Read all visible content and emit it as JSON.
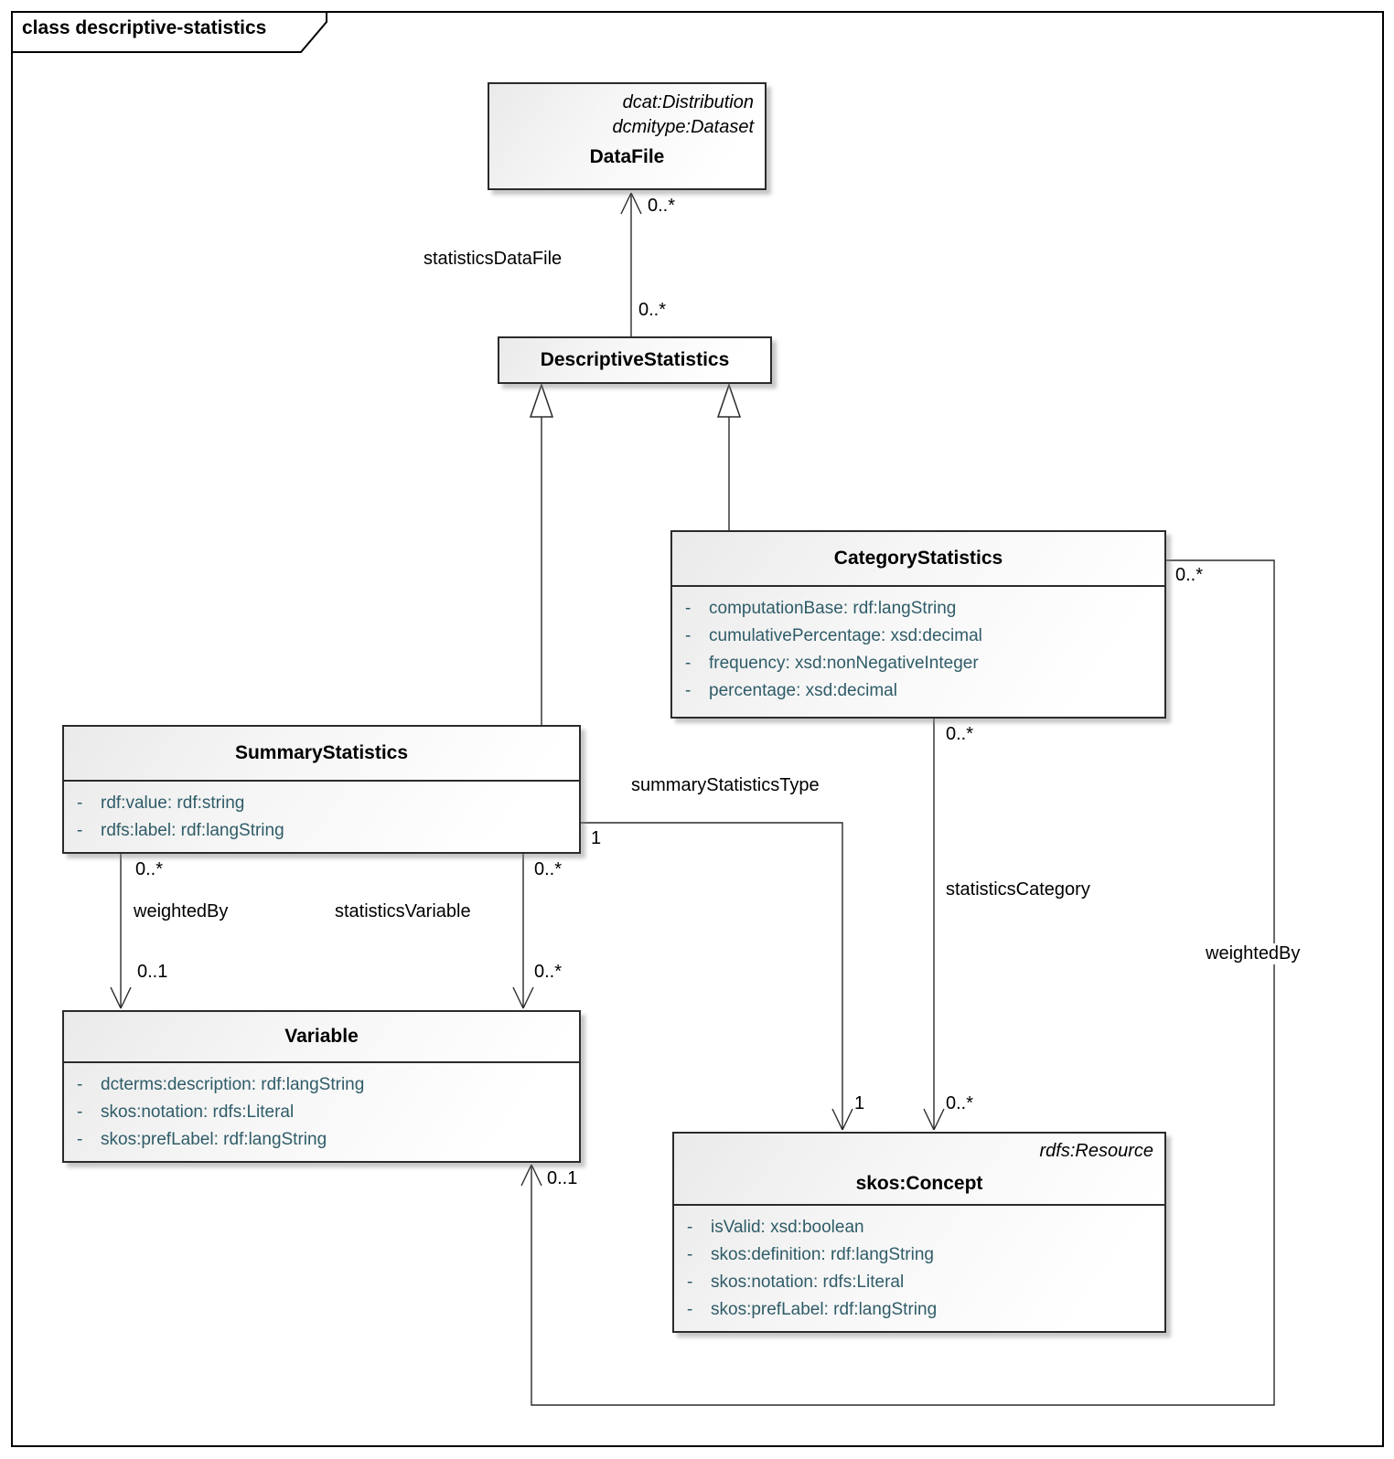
{
  "frame": {
    "title": "class descriptive-statistics"
  },
  "ui": {
    "attr_bullet": "-"
  },
  "colors": {
    "attribute_text": "#2f5c68",
    "box_border": "#2b2b2b",
    "line": "#2b2b2b",
    "background": "#ffffff"
  },
  "classes": {
    "data_file": {
      "stereotypes": [
        "dcat:Distribution",
        "dcmitype:Dataset"
      ],
      "name": "DataFile"
    },
    "descriptive_statistics": {
      "name": "DescriptiveStatistics"
    },
    "category_statistics": {
      "name": "CategoryStatistics",
      "attributes": [
        "computationBase: rdf:langString",
        "cumulativePercentage: xsd:decimal",
        "frequency: xsd:nonNegativeInteger",
        "percentage: xsd:decimal"
      ]
    },
    "summary_statistics": {
      "name": "SummaryStatistics",
      "attributes": [
        "rdf:value: rdf:string",
        "rdfs:label: rdf:langString"
      ]
    },
    "variable": {
      "name": "Variable",
      "attributes": [
        "dcterms:description: rdf:langString",
        "skos:notation: rdfs:Literal",
        "skos:prefLabel: rdf:langString"
      ]
    },
    "skos_concept": {
      "stereotypes": [
        "rdfs:Resource"
      ],
      "name": "skos:Concept",
      "attributes": [
        "isValid: xsd:boolean",
        "skos:definition: rdf:langString",
        "skos:notation: rdfs:Literal",
        "skos:prefLabel: rdf:langString"
      ]
    }
  },
  "edges": {
    "statistics_data_file": {
      "label": "statisticsDataFile",
      "source_mult": "0..*",
      "target_mult": "0..*"
    },
    "summary_statistics_type": {
      "label": "summaryStatisticsType",
      "source_mult": "1",
      "target_mult": "1"
    },
    "statistics_category": {
      "label": "statisticsCategory",
      "source_mult": "0..*",
      "target_mult": "0..*"
    },
    "weighted_by_summary": {
      "label": "weightedBy",
      "source_mult": "0..*",
      "target_mult": "0..1"
    },
    "statistics_variable": {
      "label": "statisticsVariable",
      "source_mult": "0..*",
      "target_mult": "0..*"
    },
    "weighted_by_category": {
      "label": "weightedBy",
      "source_mult": "0..*",
      "target_mult": "0..1"
    }
  }
}
